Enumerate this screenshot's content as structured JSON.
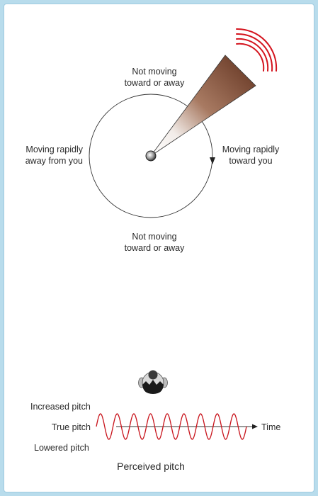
{
  "diagram": {
    "labels": {
      "top": [
        "Not moving",
        "toward or away"
      ],
      "left": [
        "Moving rapidly",
        "away from you"
      ],
      "right": [
        "Moving rapidly",
        "toward you"
      ],
      "bottom": [
        "Not moving",
        "toward or away"
      ]
    },
    "listener_icon": "head-icon",
    "pitch": {
      "increased": "Increased pitch",
      "true": "True pitch",
      "lowered": "Lowered pitch",
      "time_label": "Time",
      "title": "Perceived pitch",
      "wave_cycles": 9
    },
    "colors": {
      "background": "#b8dcec",
      "wave": "#c8141c",
      "sound_waves": "#d4141e",
      "beam_dark": "#6e3f2b",
      "beam_light": "#ffffff"
    }
  }
}
